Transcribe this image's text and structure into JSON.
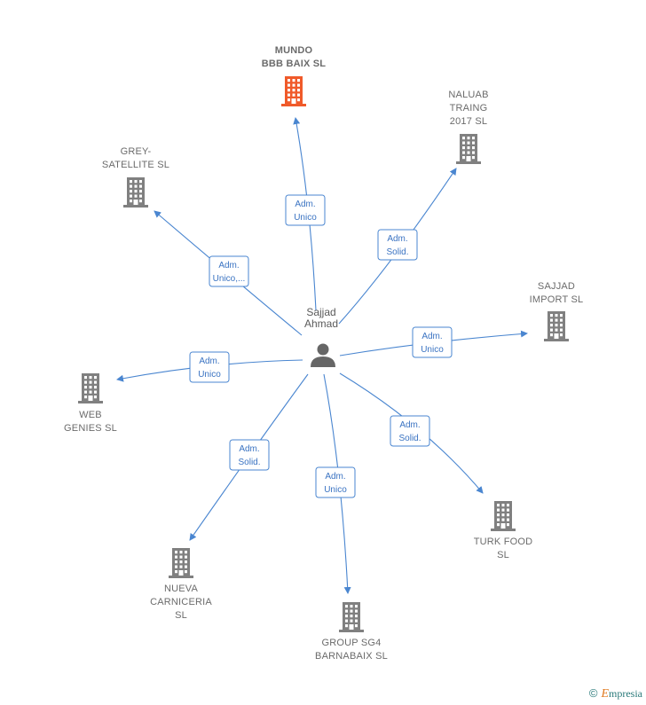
{
  "person": {
    "name_lines": [
      "Sajjad",
      "Ahmad"
    ]
  },
  "companies": [
    {
      "id": "mundo",
      "lines": [
        "MUNDO",
        "BBB BAIX  SL"
      ],
      "highlight": true,
      "color": "#f05a2a"
    },
    {
      "id": "naluab",
      "lines": [
        "NALUAB",
        "TRAING",
        "2017  SL"
      ],
      "highlight": false,
      "color": "#808080"
    },
    {
      "id": "grey",
      "lines": [
        "GREY-",
        "SATELLITE SL"
      ],
      "highlight": false,
      "color": "#808080"
    },
    {
      "id": "sajjad-import",
      "lines": [
        "SAJJAD",
        "IMPORT  SL"
      ],
      "highlight": false,
      "color": "#808080"
    },
    {
      "id": "web-genies",
      "lines": [
        "WEB",
        "GENIES  SL"
      ],
      "highlight": false,
      "color": "#808080"
    },
    {
      "id": "turk-food",
      "lines": [
        "TURK FOOD",
        "SL"
      ],
      "highlight": false,
      "color": "#808080"
    },
    {
      "id": "nueva",
      "lines": [
        "NUEVA",
        "CARNICERIA",
        "SL"
      ],
      "highlight": false,
      "color": "#808080"
    },
    {
      "id": "group-sg4",
      "lines": [
        "GROUP SG4",
        "BARNABAIX  SL"
      ],
      "highlight": false,
      "color": "#808080"
    }
  ],
  "edges": [
    {
      "to": "mundo",
      "lines": [
        "Adm.",
        "Unico"
      ]
    },
    {
      "to": "naluab",
      "lines": [
        "Adm.",
        "Solid."
      ]
    },
    {
      "to": "grey",
      "lines": [
        "Adm.",
        "Unico,..."
      ]
    },
    {
      "to": "sajjad-import",
      "lines": [
        "Adm.",
        "Unico"
      ]
    },
    {
      "to": "web-genies",
      "lines": [
        "Adm.",
        "Unico"
      ]
    },
    {
      "to": "turk-food",
      "lines": [
        "Adm.",
        "Solid."
      ]
    },
    {
      "to": "nueva",
      "lines": [
        "Adm.",
        "Solid."
      ]
    },
    {
      "to": "group-sg4",
      "lines": [
        "Adm.",
        "Unico"
      ]
    }
  ],
  "footer": {
    "copyright_symbol": "©",
    "brand_initial": "E",
    "brand_rest": "mpresia"
  },
  "colors": {
    "edge": "#4a86d0",
    "edge_text": "#3a73c2",
    "building_default": "#808080",
    "building_highlight": "#f05a2a",
    "person": "#666666"
  }
}
